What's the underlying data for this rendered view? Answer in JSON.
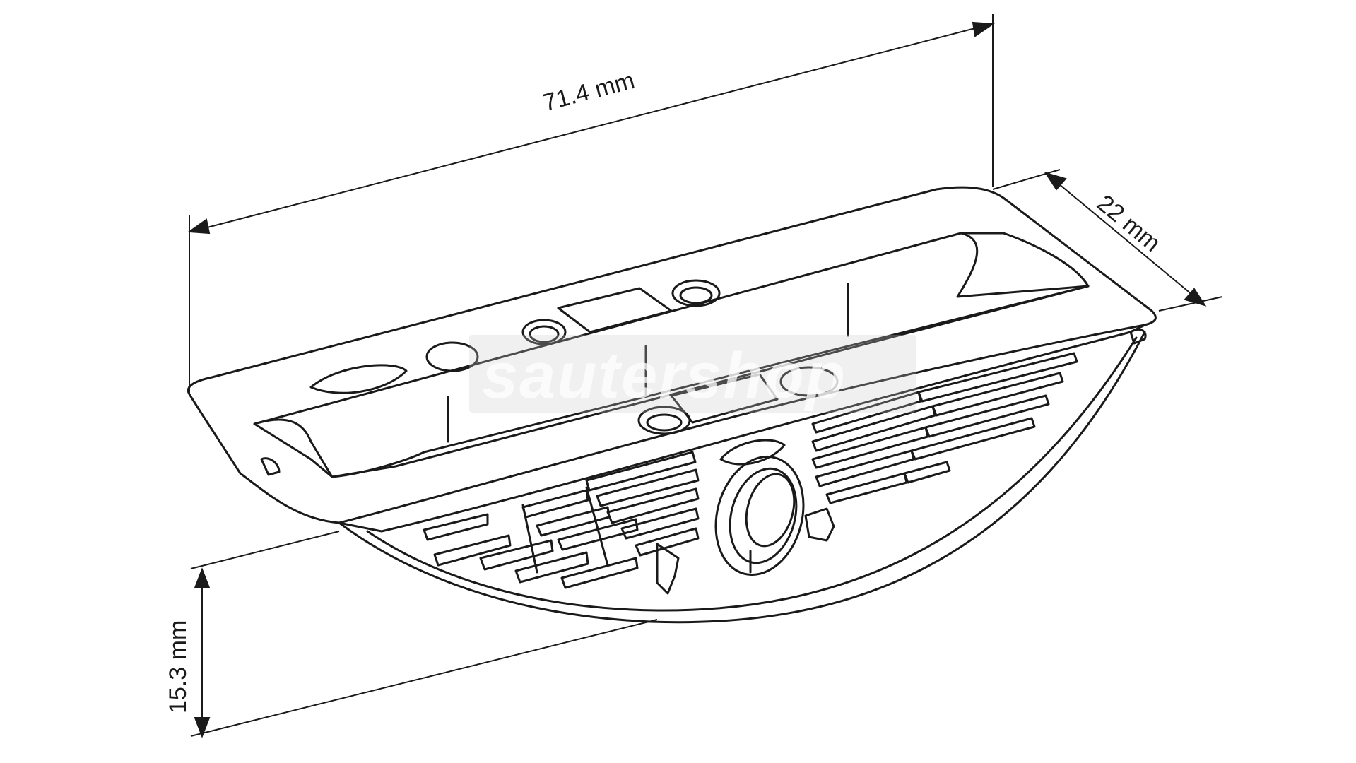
{
  "dimensions": {
    "length": "71.4 mm",
    "width": "22 mm",
    "height": "15.3 mm"
  },
  "watermark": "sautershop",
  "colors": {
    "line": "#1a1a1a",
    "background": "#ffffff",
    "watermark": "#d0d0d0"
  }
}
